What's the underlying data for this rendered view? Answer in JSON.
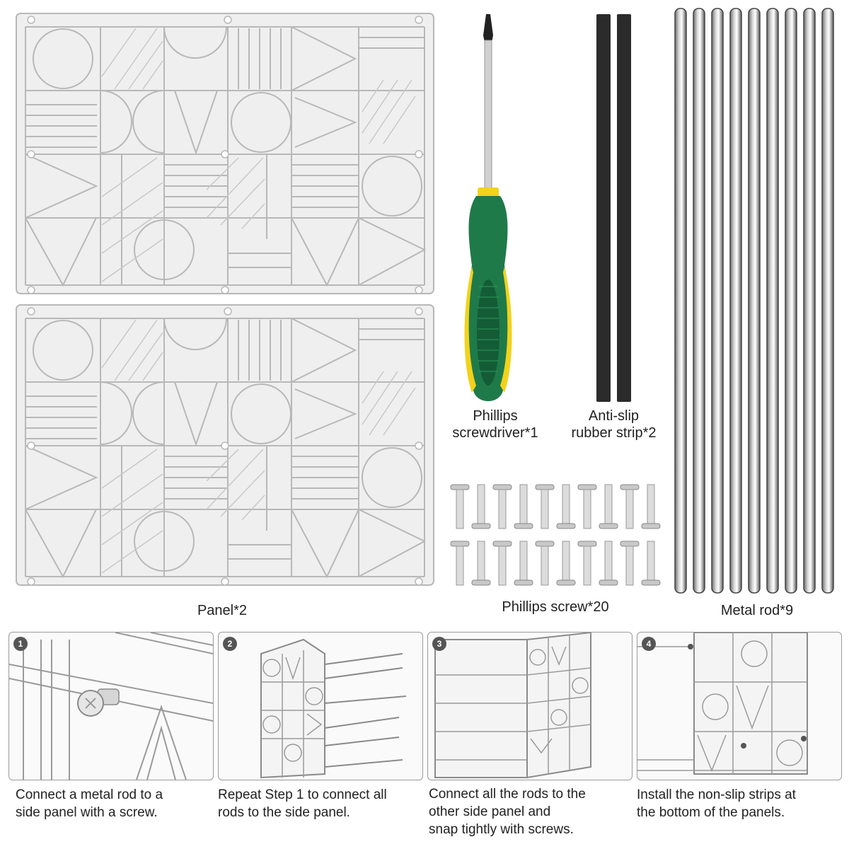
{
  "parts": {
    "panel_label": "Panel*2",
    "screwdriver_label_1": "Phillips",
    "screwdriver_label_2": "screwdriver*1",
    "strip_label_1": "Anti-slip",
    "strip_label_2": "rubber strip*2",
    "screw_label": "Phillips screw*20",
    "rod_label": "Metal rod*9"
  },
  "steps": [
    {
      "number": "1",
      "caption_1": "Connect a metal rod to a",
      "caption_2": "side panel with a screw."
    },
    {
      "number": "2",
      "caption_1": "Repeat Step 1 to connect all",
      "caption_2": "rods to the side panel."
    },
    {
      "number": "3",
      "caption_1": "Connect all the rods to the",
      "caption_2": "other side panel and",
      "caption_3": "snap tightly with screws."
    },
    {
      "number": "4",
      "caption_1": "Install the non-slip strips at",
      "caption_2": "the bottom of the panels."
    }
  ],
  "colors": {
    "panel_fill": "#ececec",
    "panel_line": "#b8b8b8",
    "handle_green": "#1f7a4a",
    "handle_yellow": "#f2d21a",
    "rubber": "#2b2b2b",
    "rod": "#7d7d7d"
  }
}
